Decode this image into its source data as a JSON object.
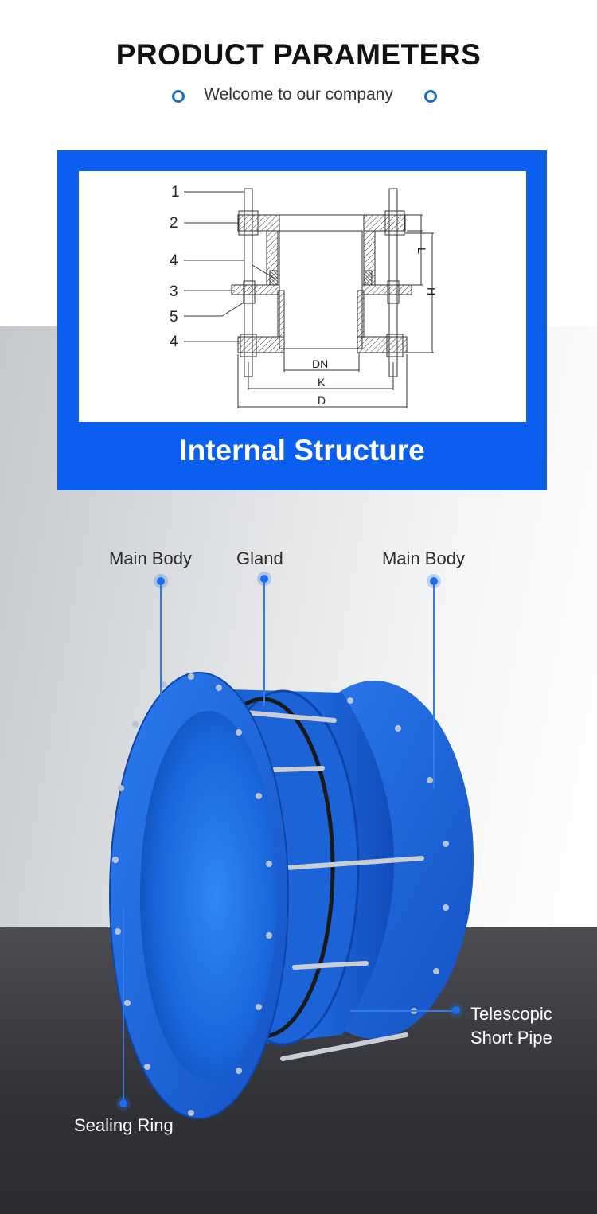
{
  "header": {
    "title": "PRODUCT PARAMETERS",
    "subtitle": "Welcome to our company"
  },
  "colors": {
    "accent_blue": "#0a5ff0",
    "ring_blue": "#1a6fc4",
    "product_blue": "#1565e0"
  },
  "diagram": {
    "callouts": [
      "1",
      "2",
      "4",
      "3",
      "5",
      "4"
    ],
    "dimensions": {
      "dn": "DN",
      "k": "K",
      "d": "D",
      "l": "L",
      "h": "H"
    },
    "caption": "Internal Structure"
  },
  "product": {
    "labels": {
      "main_body_left": "Main Body",
      "gland": "Gland",
      "main_body_right": "Main Body",
      "telescopic_line1": "Telescopic",
      "telescopic_line2": "Short Pipe",
      "sealing_ring": "Sealing Ring"
    }
  }
}
